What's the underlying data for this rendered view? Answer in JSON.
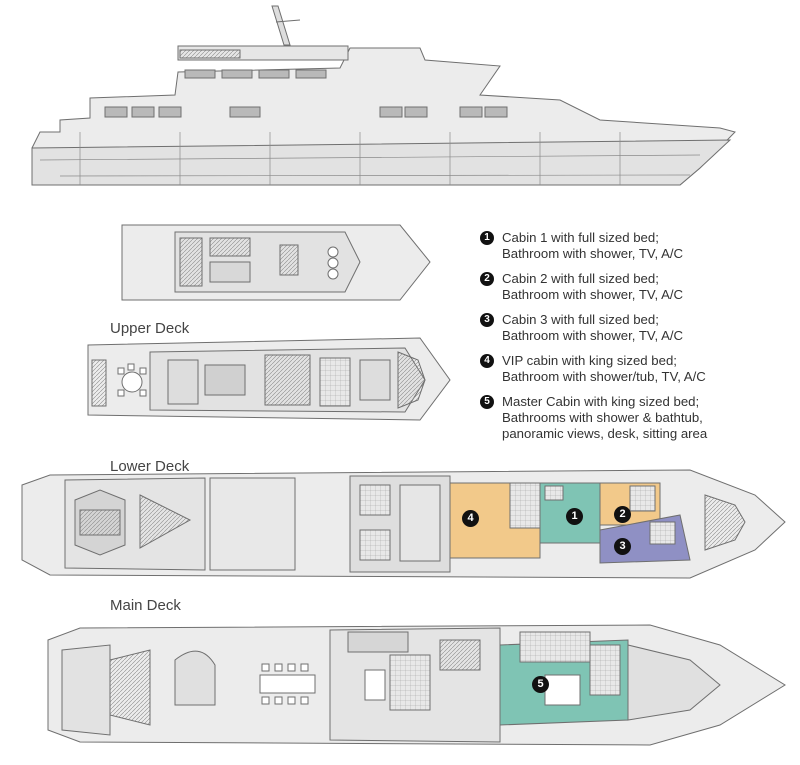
{
  "decks": {
    "upper": "Upper Deck",
    "lower": "Lower Deck",
    "main": "Main Deck"
  },
  "legend": [
    {
      "num": "1",
      "line1": "Cabin 1 with full sized bed;",
      "line2": "Bathroom with shower, TV, A/C",
      "line3": ""
    },
    {
      "num": "2",
      "line1": "Cabin 2 with full sized bed;",
      "line2": "Bathroom with shower, TV, A/C",
      "line3": ""
    },
    {
      "num": "3",
      "line1": "Cabin 3 with full sized bed;",
      "line2": "Bathroom with shower, TV, A/C",
      "line3": ""
    },
    {
      "num": "4",
      "line1": "VIP cabin with king sized bed;",
      "line2": "Bathroom with shower/tub, TV, A/C",
      "line3": ""
    },
    {
      "num": "5",
      "line1": "Master Cabin with king sized bed;",
      "line2": "Bathrooms with shower & bathtub,",
      "line3": "panoramic views, desk, sitting area"
    }
  ],
  "cabin_colors": {
    "cabin1": "#7fc4b4",
    "cabin2": "#f2c98a",
    "cabin3": "#8f90c4",
    "cabin4": "#f2c98a",
    "cabin5": "#7fc4b4"
  }
}
